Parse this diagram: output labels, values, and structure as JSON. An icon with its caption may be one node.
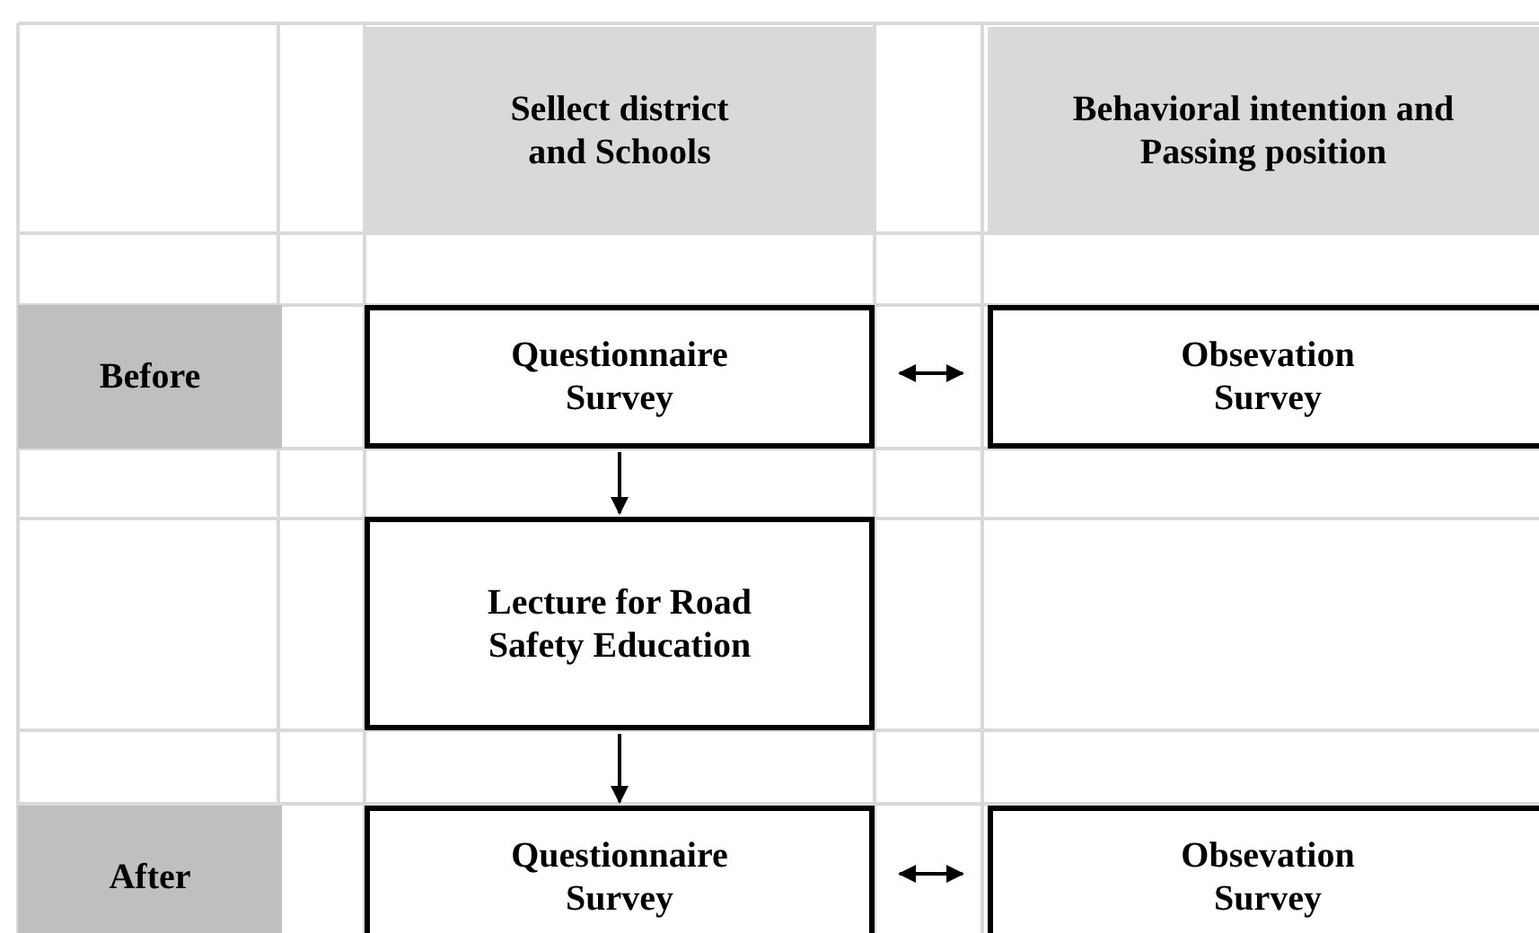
{
  "diagram": {
    "nodes": [
      {
        "text": [
          "Sellect district and Schools"
        ]
      },
      {
        "text": [
          "Behavioral intention and Passing position"
        ]
      },
      {
        "text": [
          "Before"
        ]
      },
      {
        "text": [
          "Questionnaire Survey"
        ]
      },
      {
        "text": [
          "Obsevation Survey"
        ]
      },
      {
        "text": [
          "Lecture for Road Safety Education"
        ]
      },
      {
        "text": [
          "After"
        ]
      },
      {
        "text": [
          "Questionnaire Survey"
        ]
      },
      {
        "text": [
          "Obsevation Survey"
        ]
      }
    ],
    "edges": [
      {
        "from": 3,
        "to": 4,
        "arrow": "both"
      },
      {
        "from": 3,
        "to": 5,
        "arrow": "to"
      },
      {
        "from": 5,
        "to": 7,
        "arrow": "to"
      },
      {
        "from": 7,
        "to": 8,
        "arrow": "both"
      }
    ]
  }
}
